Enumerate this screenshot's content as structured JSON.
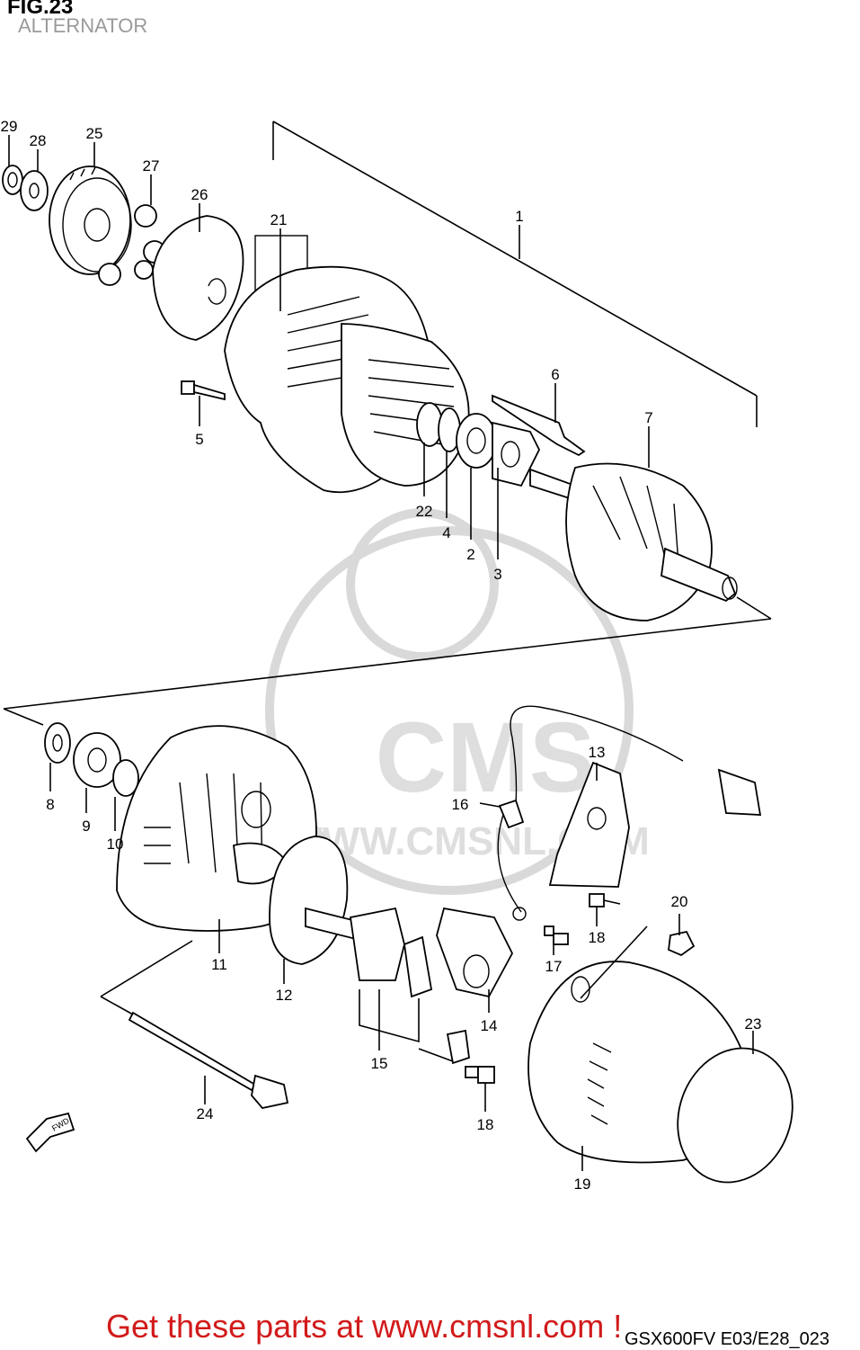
{
  "header": {
    "figure": "FIG.23",
    "subtitle": "ALTERNATOR"
  },
  "watermark": {
    "brand": "CMS",
    "url": "WWW.CMSNL.COM"
  },
  "callouts": [
    "1",
    "2",
    "3",
    "4",
    "5",
    "6",
    "7",
    "8",
    "9",
    "10",
    "11",
    "12",
    "13",
    "14",
    "15",
    "16",
    "17",
    "18",
    "18",
    "19",
    "20",
    "21",
    "22",
    "23",
    "24",
    "25",
    "26",
    "27",
    "28",
    "29"
  ],
  "direction_marker": "FWD",
  "footer": {
    "cta": "Get these parts at www.cmsnl.com !",
    "model_code": "GSX600FV E03/E28_023"
  },
  "colors": {
    "cta": "#d21a1a",
    "subtitle": "#9a9a9a",
    "watermark": "#d9d9d9"
  }
}
